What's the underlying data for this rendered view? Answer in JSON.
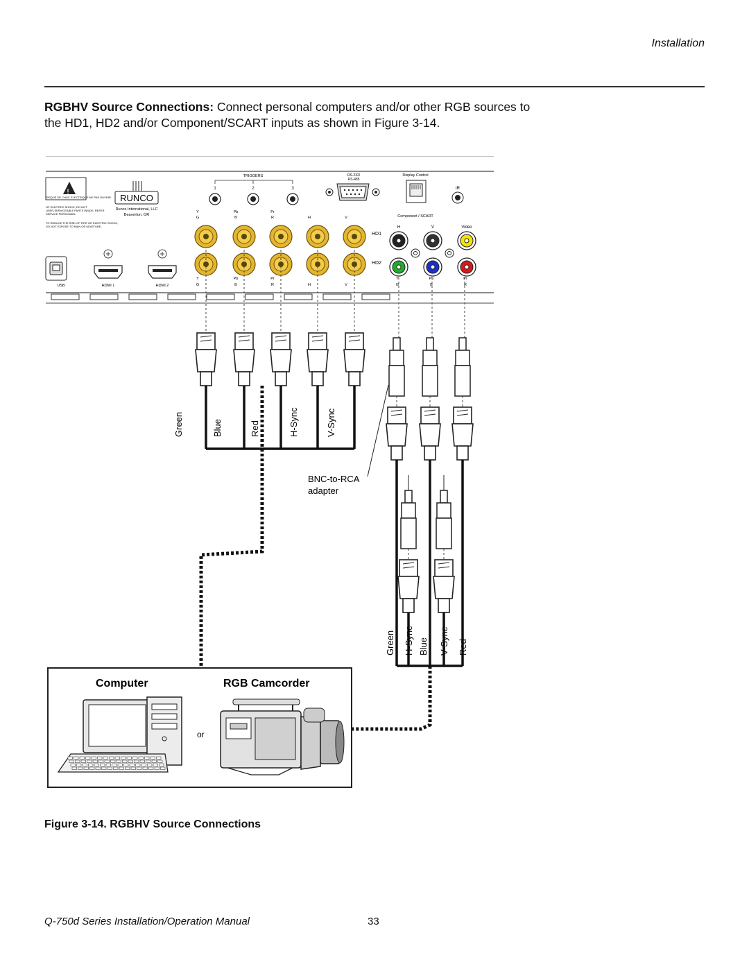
{
  "header": {
    "section": "Installation"
  },
  "intro": {
    "lead": "RGBHV Source Connections:",
    "text": " Connect personal computers and/or other RGB sources to the HD1, HD2 and/or Component/SCART inputs as shown in Figure 3-14."
  },
  "panel": {
    "triggers": "TRIGGERS",
    "trigger_nums": [
      "1",
      "2",
      "3"
    ],
    "rs232": "RS-232/",
    "rs485": "RS-485",
    "display_control": "Display Control",
    "ir": "IR",
    "brand": "RUNCO",
    "company": "Runco International, LLC",
    "city": "Beaverton, OR",
    "warn1": "RISQUE DE CHOC ELECTRIQUE NE PAS OUVRIR",
    "warn2": "OF ELECTRIC SHOCK, DO NOT",
    "warn3": "USER-SERVICEABLE PARTS INSIDE. REFER",
    "warn4": "SERVICE PERSONNEL.",
    "warn5": "TO REDUCE THE RISK OF FIRE OR ELECTRIC SHOCK,",
    "warn6": "DO NOT EXPOSE TO RAIN OR MOISTURE.",
    "bnc_top_labels": [
      "Y",
      "Pb",
      "Pr",
      "",
      ""
    ],
    "bnc_top_labels2": [
      "G",
      "B",
      "R",
      "H",
      "V"
    ],
    "bnc_bot_labels": [
      "Y",
      "Pb",
      "Pr",
      "",
      ""
    ],
    "bnc_bot_labels2": [
      "G",
      "B",
      "R",
      "H",
      "V"
    ],
    "hd1": "HD1",
    "hd2": "HD2",
    "comp_scart": "Component / SCART",
    "comp_top": [
      "H",
      "V",
      "Video"
    ],
    "comp_bot": [
      "Y",
      "Pb",
      "Pr"
    ],
    "comp_bot2": [
      "G",
      "B",
      "R"
    ],
    "usb": "USB",
    "hdmi1": "HDMI 1",
    "hdmi2": "HDMI 2"
  },
  "cables": {
    "bnc_labels": [
      "Green",
      "Blue",
      "Red",
      "H-Sync",
      "V-Sync"
    ],
    "adapter": [
      "BNC-to-RCA",
      "adapter"
    ],
    "rca_labels": [
      "Green",
      "H-Sync",
      "Blue",
      "V-Sync",
      "Red"
    ]
  },
  "sources": {
    "computer": "Computer",
    "camcorder": "RGB Camcorder",
    "or": "or"
  },
  "caption": "Figure 3-14. RGBHV Source Connections",
  "footer": {
    "manual": "Q-750d Series Installation/Operation Manual",
    "page": "33"
  }
}
